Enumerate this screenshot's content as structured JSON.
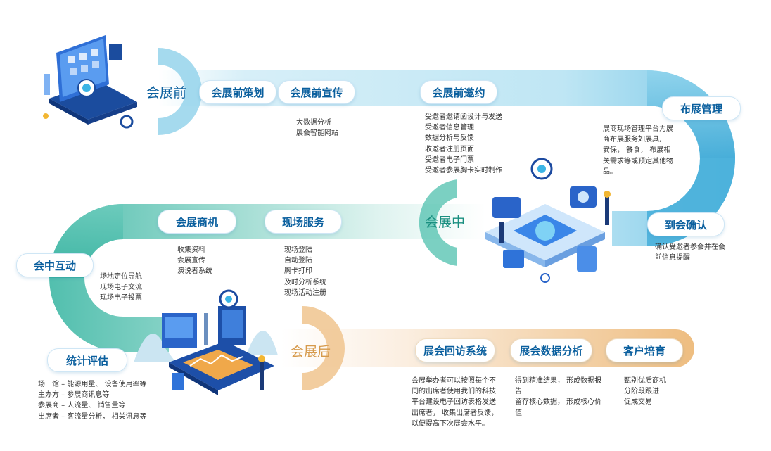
{
  "colors": {
    "blue": "#0a5f9e",
    "teal": "#35b8a8",
    "warm": "#e9b777",
    "band_blue": "#a9dcef"
  },
  "phases": {
    "before": "会展前",
    "during": "会展中",
    "after": "会展后"
  },
  "stages": {
    "planning": "会展前策划",
    "promotion": "会展前宣传",
    "invitation": "会展前邀约",
    "booth": "布展管理",
    "checkin": "到会确认",
    "onsite": "现场服务",
    "business": "会展商机",
    "interaction": "会中互动",
    "evaluation": "统计评估",
    "revisit": "展会回访系统",
    "analysis": "展会数据分析",
    "nurture": "客户培育"
  },
  "details": {
    "promotion": [
      "大数据分析",
      "展会智能网站"
    ],
    "invitation": [
      "受邀者邀请函设计与发送",
      "受邀者信息管理",
      "数据分析与反馈",
      "收邀者注册页面",
      "受邀者电子门票",
      "受邀者参展胸卡实时制作"
    ],
    "booth": [
      "展商现场管理平台为展",
      "商布展服务如展具,",
      "安保， 餐食， 布展相",
      "关需求等或预定其他物",
      "品。"
    ],
    "checkin": [
      "确认受邀者参会并在会",
      "前信息提醒"
    ],
    "business": [
      "收集资料",
      "会展宣传",
      "演说者系统"
    ],
    "onsite": [
      "现场登陆",
      "自动登陆",
      "胸卡打印",
      "及时分析系统",
      "现场活动注册"
    ],
    "interaction": [
      "场地定位导航",
      "现场电子交流",
      "现场电子投票"
    ],
    "evaluation": [
      "场　馆 – 能源用量、 设备使用率等",
      "主办方 – 参展商讯息等",
      "参展商 – 人流量、 销售量等",
      "出席者 – 客流量分析， 相关讯息等"
    ],
    "revisit": [
      "会展举办者可以按照每个不",
      "同的出席者使用我们的科技",
      "平台建设电子回访表格发送",
      "出席者， 收集出席者反馈，",
      "以便提高下次展会水平。"
    ],
    "analysis": [
      "得到精准结果， 形成数据报",
      "告",
      "留存核心数据， 形成核心价",
      "值"
    ],
    "nurture": [
      "甄别优质商机",
      "分阶段跟进",
      "促成交易"
    ]
  }
}
